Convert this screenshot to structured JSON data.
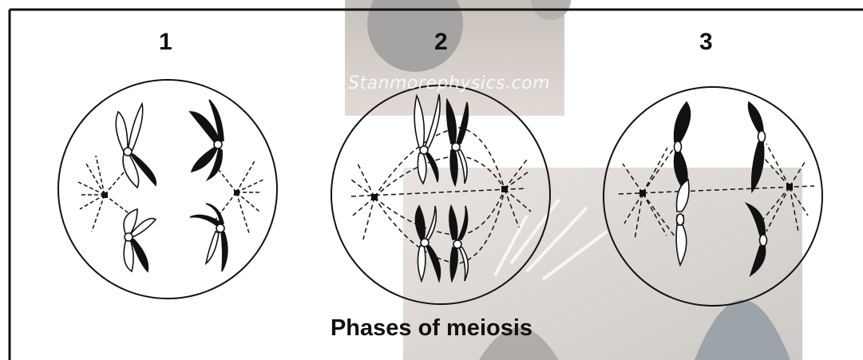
{
  "panels": [
    {
      "number": "1"
    },
    {
      "number": "2"
    },
    {
      "number": "3"
    }
  ],
  "caption": "Phases of meiosis",
  "watermark": "Stanmorephysics.com",
  "colors": {
    "ink": "#111111",
    "photo_overlay": "#b9aea3"
  }
}
